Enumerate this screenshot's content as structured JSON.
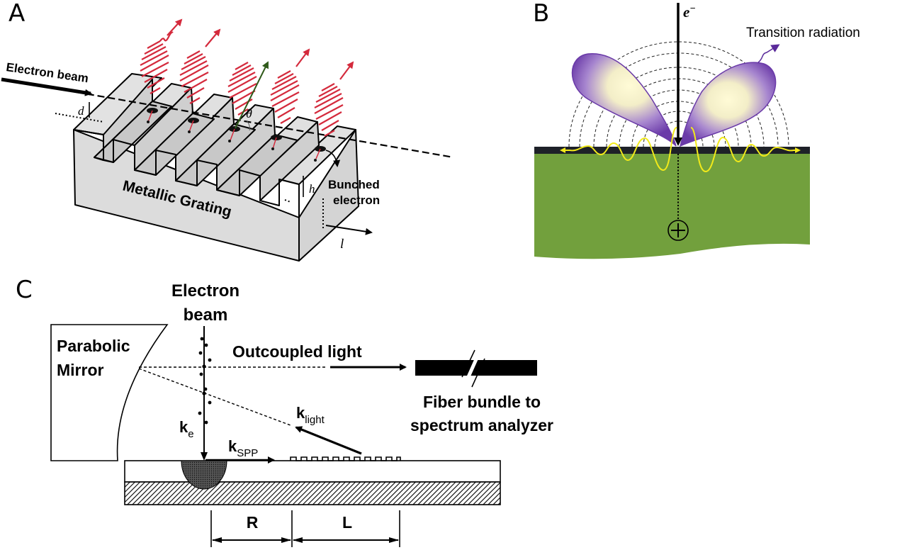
{
  "panels": {
    "a": {
      "letter": "A",
      "electron_beam": "Electron beam",
      "grating_label": "Metallic Grating",
      "bunched_line1": "Bunched",
      "bunched_line2": "electron",
      "sym_d": "d",
      "sym_h": "h",
      "sym_l": "l",
      "sym_theta": "θ",
      "colors": {
        "wave": "#d42a3c",
        "block": "#dcdcdc",
        "theta_arrow": "#2f5a1a"
      }
    },
    "b": {
      "letter": "B",
      "electron": "e",
      "electron_sup": "−",
      "transition_radiation": "Transition radiation",
      "plus": "+",
      "colors": {
        "substrate": "#72a03d",
        "lobe": "#7b4bb0",
        "wave": "#f2ea1a",
        "surface": "#1e2128"
      }
    },
    "c": {
      "letter": "C",
      "electron_line1": "Electron",
      "electron_line2": "beam",
      "mirror_line1": "Parabolic",
      "mirror_line2": "Mirror",
      "outcoupled": "Outcoupled light",
      "fiber_line1": "Fiber bundle to",
      "fiber_line2": "spectrum analyzer",
      "k_e": "k",
      "k_e_sub": "e",
      "k_light": "k",
      "k_light_sub": "light",
      "k_spp": "k",
      "k_spp_sub": "SPP",
      "dim_r": "R",
      "dim_l": "L"
    }
  }
}
